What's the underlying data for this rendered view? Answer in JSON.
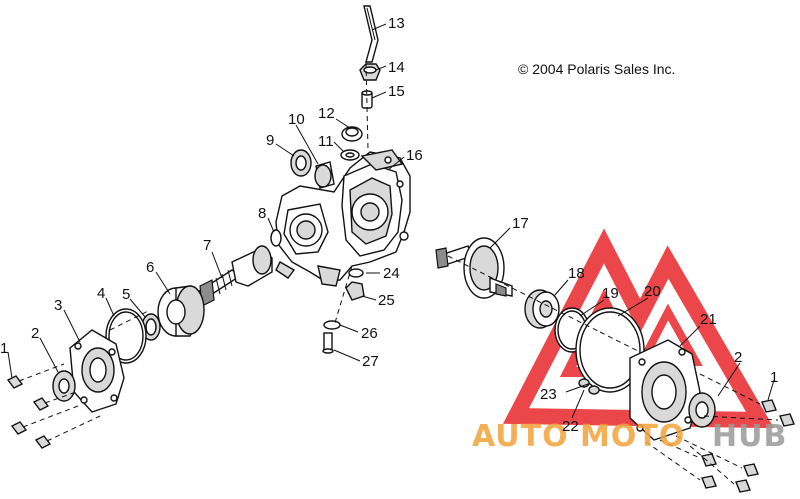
{
  "copyright": "© 2004 Polaris Sales Inc.",
  "callouts": {
    "c1a": "1",
    "c2a": "2",
    "c3": "3",
    "c4": "4",
    "c5": "5",
    "c6": "6",
    "c7": "7",
    "c8": "8",
    "c9": "9",
    "c10": "10",
    "c11": "11",
    "c12": "12",
    "c13": "13",
    "c14": "14",
    "c15": "15",
    "c16": "16",
    "c17": "17",
    "c18": "18",
    "c19": "19",
    "c20": "20",
    "c21": "21",
    "c2b": "2",
    "c1b": "1",
    "c22": "22",
    "c23": "23",
    "c24": "24",
    "c25": "25",
    "c26": "26",
    "c27": "27"
  },
  "watermark": {
    "text_a": "AUTO",
    "text_b": "MOTO",
    "text_c": "HUB",
    "color_red": "#e8262a",
    "color_orange": "#f2a33a",
    "color_gray": "#9a9a9a"
  }
}
